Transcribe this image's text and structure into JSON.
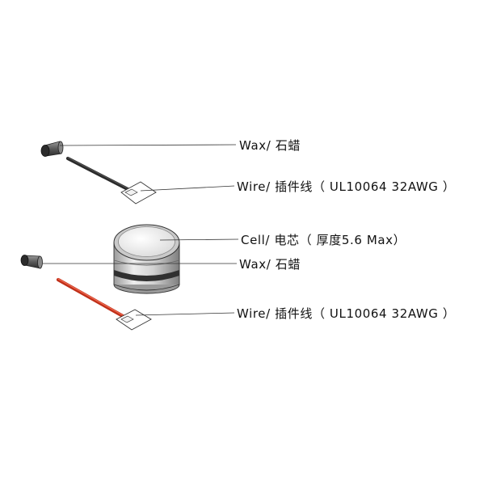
{
  "diagram": {
    "parts": [
      {
        "name": "wax-top",
        "label": "Wax/ 石蜡"
      },
      {
        "name": "wire-black",
        "label": "Wire/ 插件线（ UL10064 32AWG ）"
      },
      {
        "name": "cell",
        "label": "Cell/ 电芯（ 厚度5.6 Max）"
      },
      {
        "name": "wax-bottom",
        "label": "Wax/ 石蜡"
      },
      {
        "name": "wire-red",
        "label": "Wire/ 插件线（ UL10064 32AWG ）"
      }
    ],
    "colors": {
      "wire_black": "#1a1a1a",
      "wire_red": "#e03a20",
      "outline": "#333333"
    }
  }
}
